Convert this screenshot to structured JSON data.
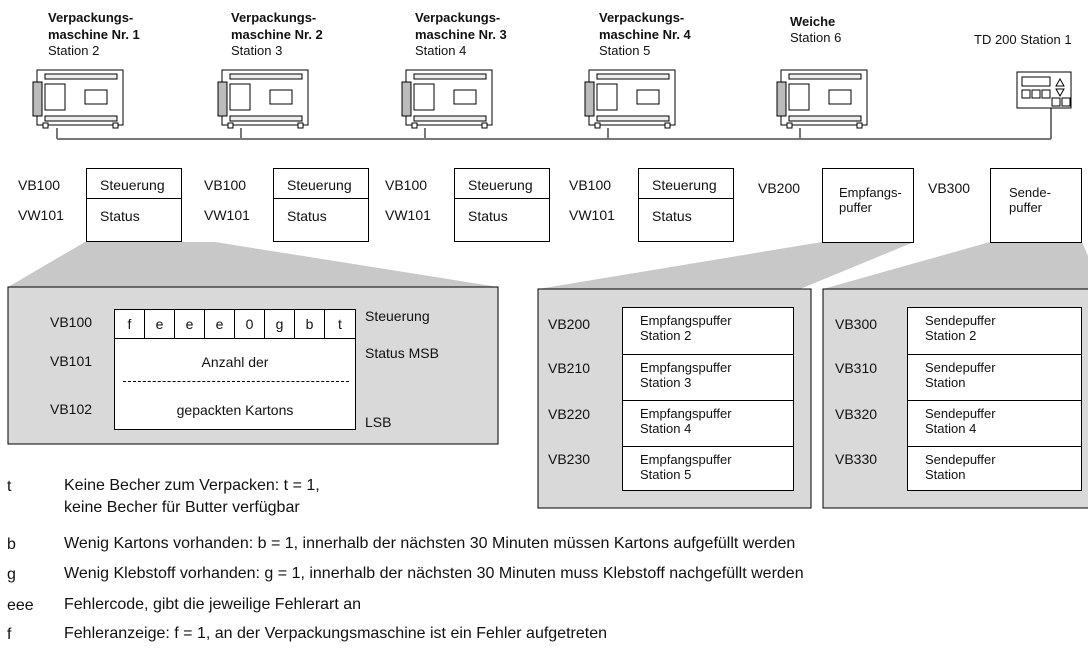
{
  "stations": [
    {
      "name": "Verpackungs-\nmaschine Nr. 1",
      "station": "Station 2"
    },
    {
      "name": "Verpackungs-\nmaschine Nr. 2",
      "station": "Station 3"
    },
    {
      "name": "Verpackungs-\nmaschine Nr. 3",
      "station": "Station 4"
    },
    {
      "name": "Verpackungs-\nmaschine Nr. 4",
      "station": "Station 5"
    },
    {
      "name": "Weiche",
      "station": "Station 6"
    }
  ],
  "td200": {
    "label": "TD 200 Station 1"
  },
  "machine_memory": [
    {
      "addr1": "VB100",
      "addr2": "VW101",
      "field1": "Steuerung",
      "field2": "Status"
    },
    {
      "addr1": "VB100",
      "addr2": "VW101",
      "field1": "Steuerung",
      "field2": "Status"
    },
    {
      "addr1": "VB100",
      "addr2": "VW101",
      "field1": "Steuerung",
      "field2": "Status"
    },
    {
      "addr1": "VB100",
      "addr2": "VW101",
      "field1": "Steuerung",
      "field2": "Status"
    }
  ],
  "receive_buffer": {
    "addr": "VB200",
    "label": "Empfangs-\npuffer"
  },
  "send_buffer": {
    "addr": "VB300",
    "label": "Sende-\npuffer"
  },
  "detail": {
    "addrs": [
      "VB100",
      "VB101",
      "VB102"
    ],
    "bits": [
      "f",
      "e",
      "e",
      "e",
      "0",
      "g",
      "b",
      "t"
    ],
    "count_line1": "Anzahl der",
    "count_line2": "gepackten Kartons",
    "label_control": "Steuerung",
    "label_status_msb": "Status MSB",
    "label_lsb": "LSB"
  },
  "receive_table": [
    {
      "addr": "VB200",
      "text": "Empfangspuffer\nStation 2"
    },
    {
      "addr": "VB210",
      "text": "Empfangspuffer\nStation 3"
    },
    {
      "addr": "VB220",
      "text": "Empfangspuffer\nStation 4"
    },
    {
      "addr": "VB230",
      "text": "Empfangspuffer\nStation 5"
    }
  ],
  "send_table": [
    {
      "addr": "VB300",
      "text": "Sendepuffer\nStation 2"
    },
    {
      "addr": "VB310",
      "text": "Sendepuffer\nStation"
    },
    {
      "addr": "VB320",
      "text": "Sendepuffer\nStation 4"
    },
    {
      "addr": "VB330",
      "text": "Sendepuffer\nStation"
    }
  ],
  "legend": [
    {
      "key": "t",
      "text": "Keine Becher zum Verpacken: t = 1,\nkeine Becher für Butter verfügbar"
    },
    {
      "key": "b",
      "text": "Wenig Kartons vorhanden: b = 1, innerhalb der nächsten 30 Minuten müssen Kartons aufgefüllt werden"
    },
    {
      "key": "g",
      "text": "Wenig Klebstoff vorhanden: g = 1, innerhalb der nächsten 30 Minuten muss Klebstoff nachgefüllt werden"
    },
    {
      "key": "eee",
      "text": "Fehlercode, gibt die jeweilige Fehlerart an"
    },
    {
      "key": "f",
      "text": "Fehleranzeige: f = 1, an der Verpackungsmaschine ist ein Fehler aufgetreten"
    }
  ],
  "colors": {
    "panel": "#d9d9d9",
    "callout": "#c8c8c8",
    "line": "#000000"
  }
}
